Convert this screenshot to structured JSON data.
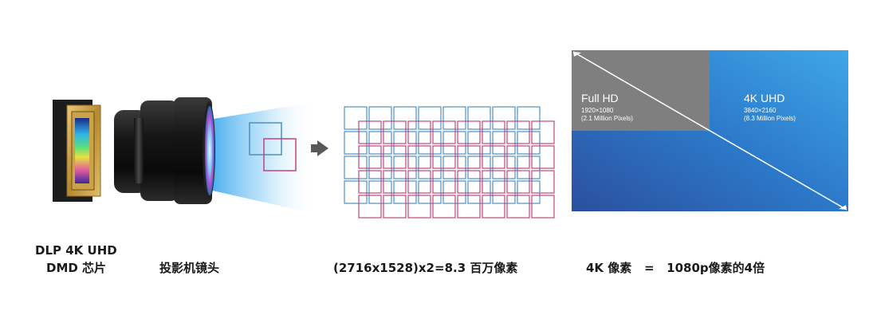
{
  "captions": {
    "dmd_line1": "DLP 4K UHD",
    "dmd_line2": "DMD  芯片",
    "lens": "投影机镜头",
    "formula": "(2716x1528)x2=8.3  百万像素",
    "equation": "4K 像素   =   1080p像素的4倍"
  },
  "comparison": {
    "full_hd": {
      "title": "Full HD",
      "resolution": "1920×1080",
      "pixels": "(2.1 Million Pixels)"
    },
    "uhd": {
      "title": "4K UHD",
      "resolution": "3840×2160",
      "pixels": "(8.3 Million Pixels)"
    }
  },
  "grid": {
    "columns": 8,
    "rows": 4
  },
  "colors": {
    "blue_square": "#4f8fc0",
    "pink_square": "#c0457a",
    "gray_block": "#7f7f7f",
    "uhd_blue": "#2f88d6",
    "uhd_dark_blue": "#2a4e9c",
    "arrow": "#595959",
    "chip_gold": "#c9a24a"
  }
}
